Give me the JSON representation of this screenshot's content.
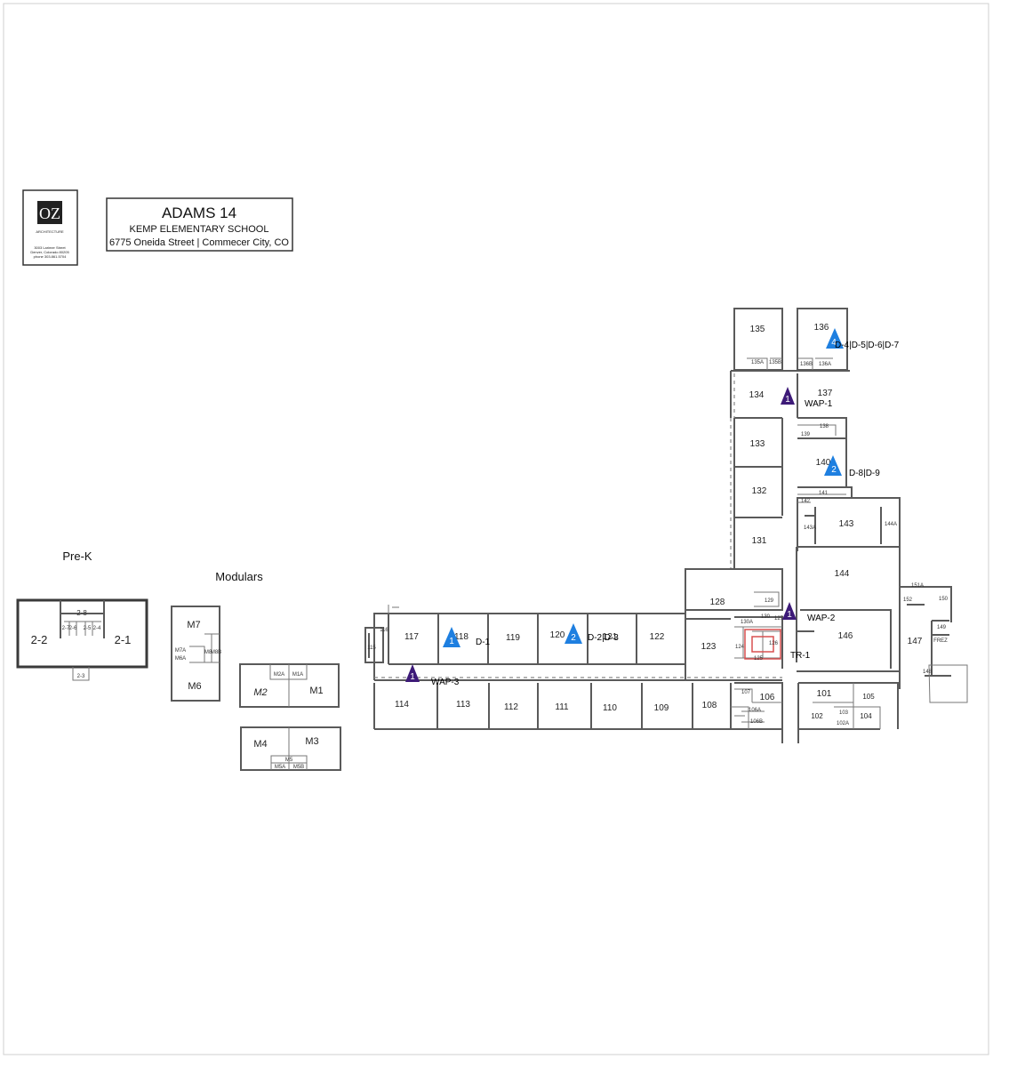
{
  "logo": {
    "monogram": "OZ",
    "name": "ARCHITECTURE",
    "address_line1": "3003 Larimer Street",
    "address_line2": "Denver, Colorado 80205",
    "phone": "phone 303.861.5704"
  },
  "title_block": {
    "line1": "ADAMS 14",
    "line2": "KEMP ELEMENTARY SCHOOL",
    "line3": "6775 Oneida Street  |  Commecer City, CO"
  },
  "sections": {
    "prek": "Pre-K",
    "modulars": "Modulars"
  },
  "prek_rooms": [
    "2-2",
    "2-8",
    "2-1",
    "2-7",
    "2-6",
    "2-5",
    "2-4",
    "2-3"
  ],
  "modular_rooms": [
    "M7",
    "M7A",
    "M6A",
    "M8",
    "M8B",
    "M6",
    "M2A",
    "M1A",
    "M2",
    "M1",
    "M4",
    "M3",
    "M5",
    "M5A",
    "M5B"
  ],
  "rooms": {
    "r135": "135",
    "r136": "136",
    "r135a": "135A",
    "r135b": "135B",
    "r136b": "136B",
    "r136a": "136A",
    "r134": "134",
    "r137": "137",
    "r138": "138",
    "r139": "139",
    "r133": "133",
    "r140": "140",
    "r132": "132",
    "r141": "141",
    "r142": "142",
    "r131": "131",
    "r143a": "143A",
    "r143": "143",
    "r144a": "144A",
    "r144": "144",
    "r128": "128",
    "r129": "129",
    "r130": "130",
    "r130a": "130A",
    "r127": "127",
    "r146": "146",
    "r151a": "151A",
    "r150": "150",
    "r152": "152",
    "r149": "149",
    "r148": "148",
    "r147": "147",
    "rfrez": "FREZ",
    "r116": "116",
    "r115": "115",
    "r117": "117",
    "r118": "118",
    "r119": "119",
    "r120": "120",
    "r121": "121",
    "r122": "122",
    "r123": "123",
    "r124": "124",
    "r125": "125",
    "r126": "126",
    "r114": "114",
    "r113": "113",
    "r112": "112",
    "r111": "111",
    "r110": "110",
    "r109": "109",
    "r108": "108",
    "r107": "107",
    "r106": "106",
    "r106a": "106A",
    "r106b": "106B",
    "r101": "101",
    "r105": "105",
    "r102": "102",
    "r103": "103",
    "r104": "104",
    "r102a": "102A"
  },
  "markers": {
    "m1": {
      "number": "4",
      "label": "D-4|D-5|D-6|D-7",
      "color": "#1e7fe0"
    },
    "m2": {
      "number": "1",
      "label": "WAP-1",
      "color": "#3d1a78"
    },
    "m3": {
      "number": "2",
      "label": "D-8|D-9",
      "color": "#1e7fe0"
    },
    "m4": {
      "number": "1",
      "label": "WAP-2",
      "color": "#3d1a78"
    },
    "m5": {
      "number": "1",
      "label": "D-1",
      "color": "#1e7fe0"
    },
    "m6": {
      "number": "2",
      "label": "D-2|D-3",
      "color": "#1e7fe0"
    },
    "m7": {
      "number": "1",
      "label": "WAP-3",
      "color": "#3d1a78"
    },
    "tr": {
      "label": "TR-1",
      "color": "#d04040"
    }
  }
}
